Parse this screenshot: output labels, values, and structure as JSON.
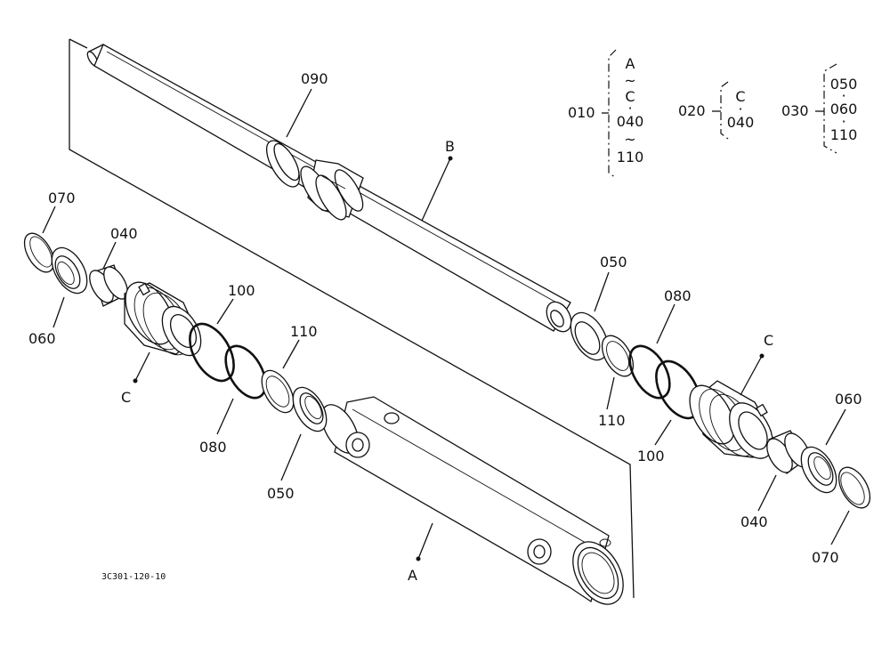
{
  "drawing_code": "3C301-120-10",
  "assemblies": [
    {
      "label": "A",
      "name": "cylinder-tube"
    },
    {
      "label": "B",
      "name": "piston-rod"
    },
    {
      "label": "C",
      "name": "cylinder-head-left"
    },
    {
      "label": "C",
      "name": "cylinder-head-right"
    }
  ],
  "callouts": {
    "c070_left": "070",
    "c040_left": "040",
    "c060_left": "060",
    "c100_left": "100",
    "c110_left": "110",
    "c080_left": "080",
    "c050_left": "050",
    "c090": "090",
    "c050_right": "050",
    "c080_right": "080",
    "c110_right": "110",
    "c100_right": "100",
    "c060_right": "060",
    "c040_right": "040",
    "c070_right": "070"
  },
  "legend": [
    {
      "code": "010",
      "lines": [
        "A",
        "~",
        "C",
        "·",
        "040",
        "~",
        "110"
      ]
    },
    {
      "code": "020",
      "lines": [
        "C",
        "·",
        "040"
      ]
    },
    {
      "code": "030",
      "lines": [
        "050",
        "·",
        "060",
        "·",
        "110"
      ]
    }
  ]
}
